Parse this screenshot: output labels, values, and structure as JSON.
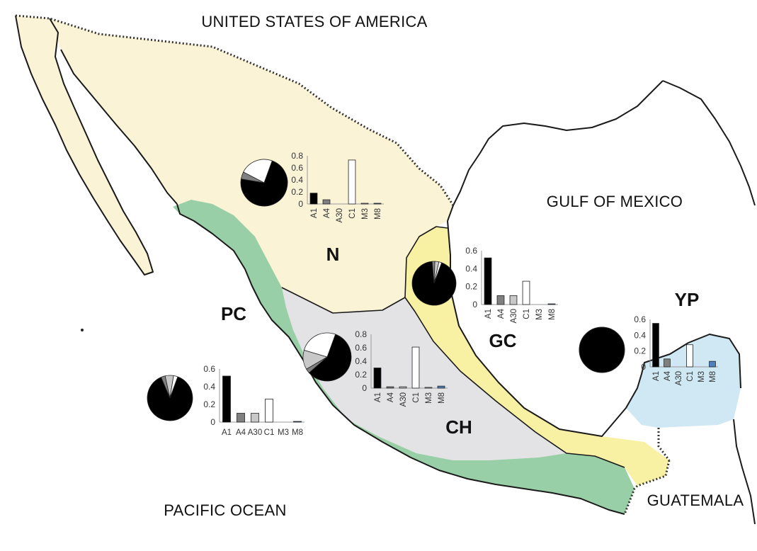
{
  "labels": {
    "usa": "UNITED STATES OF AMERICA",
    "gulf": "GULF OF MEXICO",
    "pacific": "PACIFIC OCEAN",
    "guatemala": "GUATEMALA"
  },
  "regions": {
    "N": "N",
    "PC": "PC",
    "CH": "CH",
    "GC": "GC",
    "YP": "YP"
  },
  "colors": {
    "north": "#fbf3d6",
    "pacific_coast": "#99cfa6",
    "central_highlands": "#e3e3e6",
    "gulf_coast": "#f8f1a4",
    "yucatan": "#cfe8f3",
    "A1": "#000000",
    "A4": "#808080",
    "A30": "#c8c8c8",
    "C1": "#ffffff",
    "M3": "#e6e6e6",
    "M8": "#4f81bd"
  },
  "chart_data": [
    {
      "id": "N",
      "type": "bar",
      "categories": [
        "A1",
        "A4",
        "A30",
        "C1",
        "M3",
        "M8"
      ],
      "values": [
        0.18,
        0.07,
        0.0,
        0.73,
        0.01,
        0.01
      ],
      "ylim": [
        0,
        0.8
      ],
      "yticks": [
        "0",
        "0.2",
        "0.4",
        "0.6",
        "0.8"
      ],
      "pie": [
        0.72,
        0.05,
        0.0,
        0.23
      ]
    },
    {
      "id": "GC",
      "type": "bar",
      "categories": [
        "A1",
        "A4",
        "A30",
        "C1",
        "M3",
        "M8"
      ],
      "values": [
        0.52,
        0.1,
        0.1,
        0.26,
        0.0,
        0.005
      ],
      "ylim": [
        0,
        0.6
      ],
      "yticks": [
        "0",
        "0.2",
        "0.4",
        "0.6"
      ],
      "pie": [
        0.93,
        0.02,
        0.03,
        0.02
      ]
    },
    {
      "id": "YP",
      "type": "bar",
      "categories": [
        "A1",
        "A4",
        "A30",
        "C1",
        "M3",
        "M8"
      ],
      "values": [
        0.55,
        0.1,
        0.0,
        0.28,
        0.0,
        0.07
      ],
      "ylim": [
        0,
        0.6
      ],
      "yticks": [
        "0",
        "0.2",
        "0.4",
        "0.6"
      ],
      "pie": [
        1.0
      ]
    },
    {
      "id": "CH",
      "type": "bar",
      "categories": [
        "A1",
        "A4",
        "A30",
        "C1",
        "M3",
        "M8"
      ],
      "values": [
        0.3,
        0.02,
        0.02,
        0.61,
        0.01,
        0.03
      ],
      "ylim": [
        0,
        0.8
      ],
      "yticks": [
        "0",
        "0.2",
        "0.4",
        "0.6",
        "0.8"
      ],
      "pie": [
        0.58,
        0.03,
        0.13,
        0.26
      ]
    },
    {
      "id": "PC",
      "type": "bar",
      "categories": [
        "A1",
        "A4",
        "A30",
        "C1",
        "M3",
        "M8"
      ],
      "values": [
        0.52,
        0.1,
        0.1,
        0.26,
        0.0,
        0.005
      ],
      "ylim": [
        0,
        0.6
      ],
      "yticks": [
        "0",
        "0.2",
        "0.4",
        "0.6"
      ],
      "pie": [
        0.88,
        0.03,
        0.06,
        0.03
      ]
    }
  ]
}
